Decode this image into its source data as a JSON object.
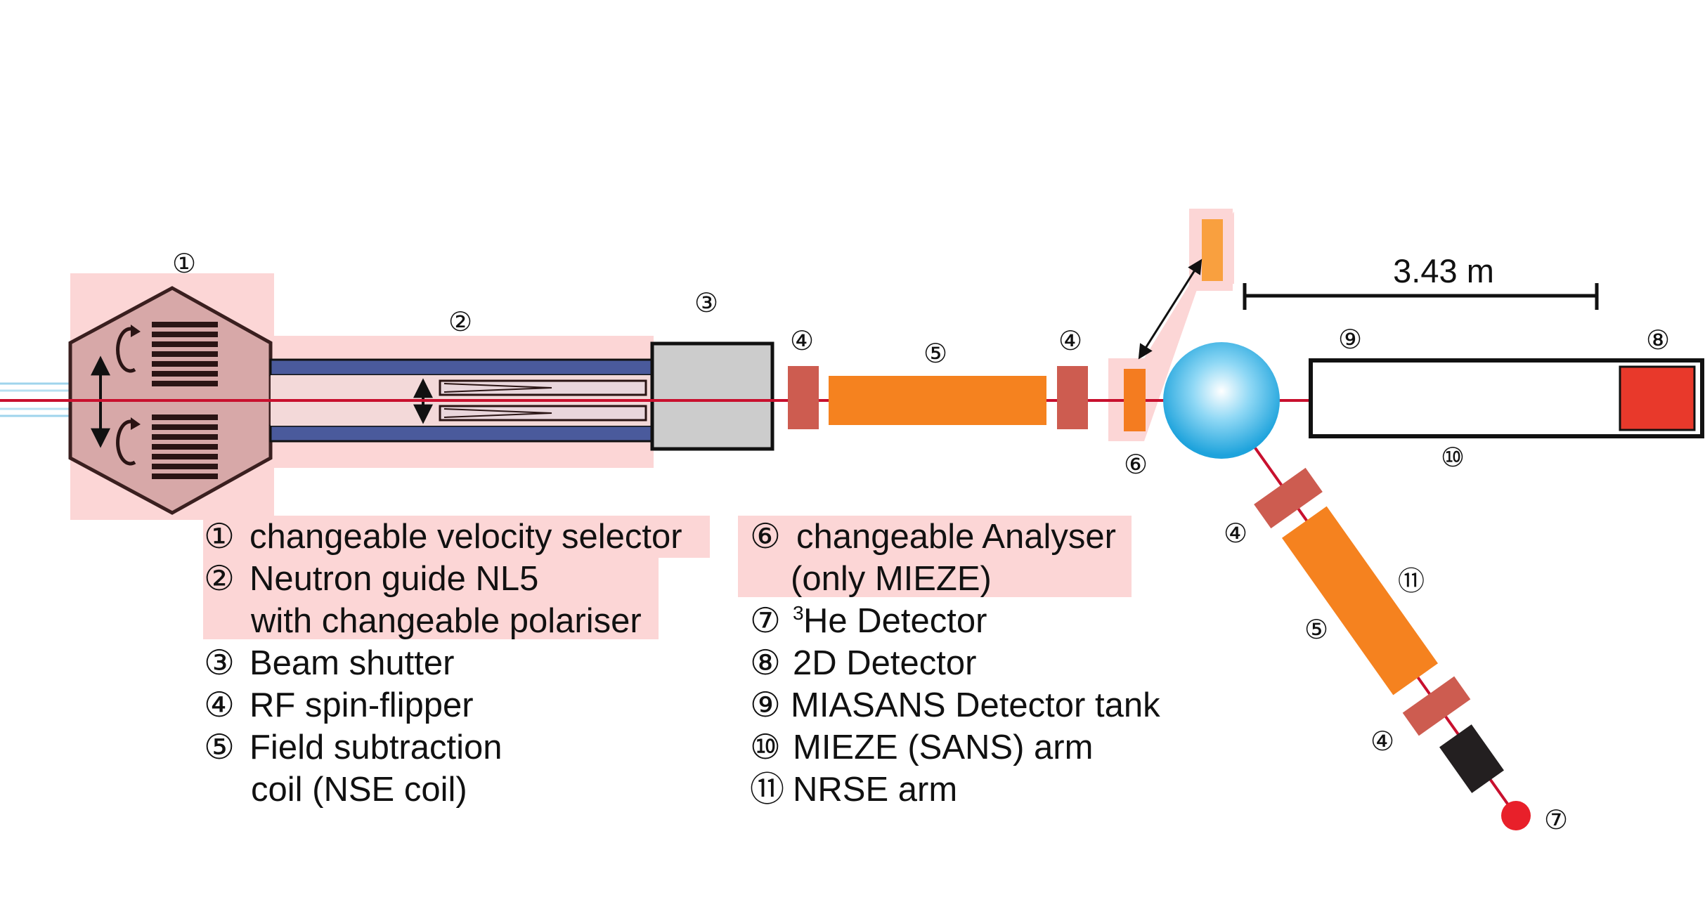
{
  "markers": {
    "m1": "①",
    "m2": "②",
    "m3": "③",
    "m4": "④",
    "m5": "⑤",
    "m6": "⑥",
    "m7": "⑦",
    "m8": "⑧",
    "m9": "⑨",
    "m10": "⑩",
    "m11": "⑪"
  },
  "scale_label": "3.43 m",
  "legend": {
    "left": [
      {
        "num": "①",
        "text": "changeable velocity selector"
      },
      {
        "num": "②",
        "text": "Neutron guide NL5"
      },
      {
        "num": "",
        "text": "with changeable polariser"
      },
      {
        "num": "③",
        "text": "Beam shutter"
      },
      {
        "num": "④",
        "text": "RF spin-flipper"
      },
      {
        "num": "⑤",
        "text": "Field subtraction"
      },
      {
        "num": "",
        "text": "coil (NSE coil)"
      }
    ],
    "right": [
      {
        "num": "⑥",
        "text": "changeable Analyser"
      },
      {
        "num": "",
        "text": "(only MIEZE)"
      },
      {
        "num": "⑦",
        "sup": "3",
        "text": "He Detector"
      },
      {
        "num": "⑧",
        "text": "2D Detector"
      },
      {
        "num": "⑨",
        "text": "MIASANS Detector tank"
      },
      {
        "num": "⑩",
        "text": "MIEZE (SANS) arm"
      },
      {
        "num": "⑪",
        "text": "NRSE arm"
      }
    ]
  },
  "colors": {
    "highlight": "#fcd6d6",
    "beam": "#c8102e",
    "selector_body": "#d7a8a8",
    "guide_blue": "#4a5a9c",
    "shutter": "#cccccc",
    "spin_flipper": "#cd5c50",
    "nse_coil": "#f5821f",
    "analyser": "#f47c20",
    "analyser_alt": "#f9a03f",
    "sample": "#29abe2",
    "detector_2d": "#e8392b",
    "he_detector": "#e8202a",
    "nrse_block": "#231f20"
  }
}
